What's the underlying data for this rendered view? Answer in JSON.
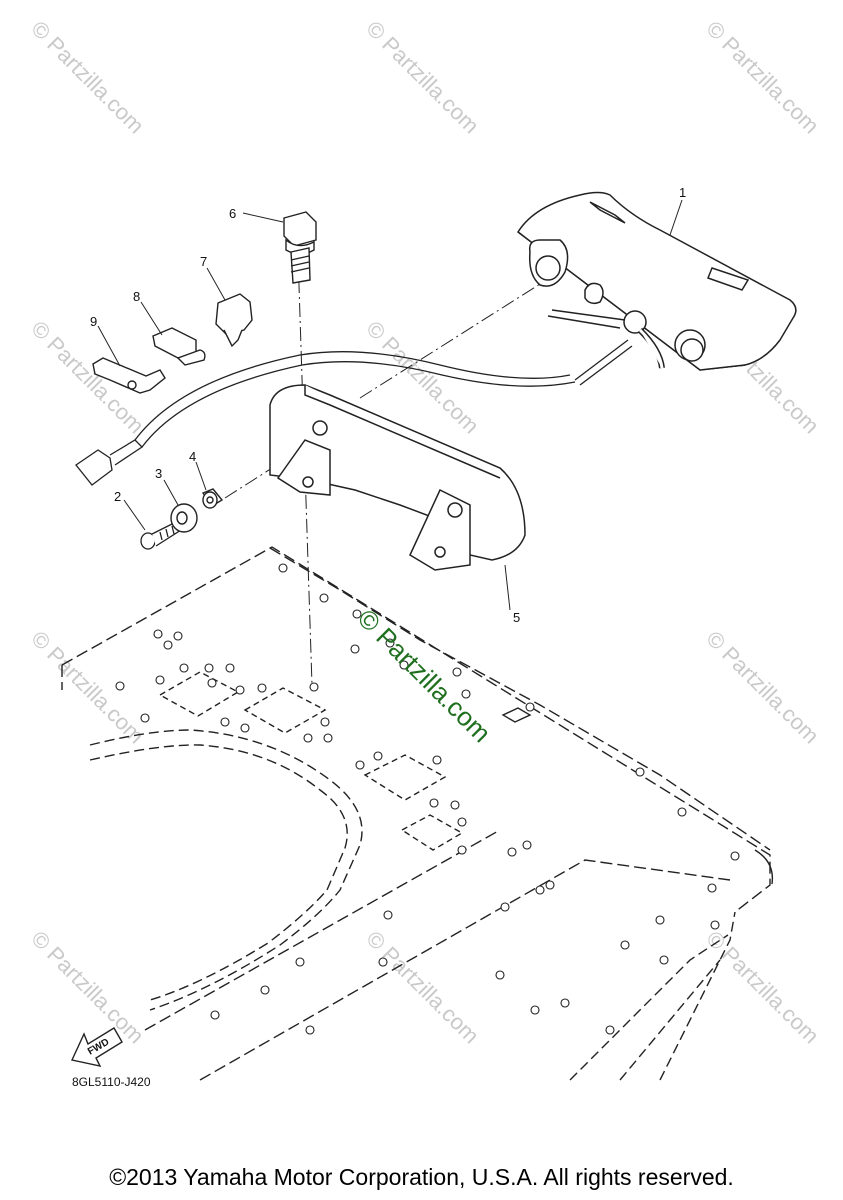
{
  "watermark_text": "© Partzilla.com",
  "center_watermark_text": "© Partzilla.com",
  "diagram_code": "8GL5110-J420",
  "fwd_label": "FWD",
  "copyright": "©2013 Yamaha Motor Corporation, U.S.A. All rights reserved.",
  "callouts": [
    "1",
    "2",
    "3",
    "4",
    "5",
    "6",
    "7",
    "8",
    "9"
  ],
  "colors": {
    "line": "#222222",
    "watermark": "#c9c9c9",
    "center_watermark": "#1f6f1f"
  }
}
